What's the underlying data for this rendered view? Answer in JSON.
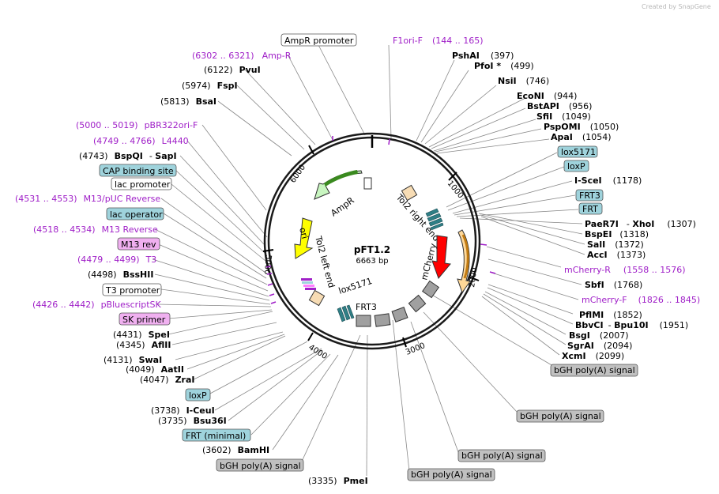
{
  "brand": "Created by SnapGene",
  "plasmid": {
    "name": "pFT1.2",
    "length": "6663 bp"
  },
  "ticks": [
    "1000",
    "2000",
    "3000",
    "4000",
    "5000",
    "6000"
  ],
  "features": {
    "ampr": "AmpR",
    "ori": "ori",
    "tol2_right": "Tol2 right end",
    "tol2_left": "Tol2 left end",
    "mcherry": "mCherry",
    "lox5171_inner": "lox5171",
    "frt3_inner": "FRT3"
  },
  "labels": {
    "snapgene": "Created by",
    "right": [
      {
        "text": "F1ori-F",
        "pos": "(144 .. 165)",
        "color": "purple"
      },
      {
        "enzyme": "PshAI",
        "pos": "(397)"
      },
      {
        "enzyme": "PfoI *",
        "pos": "(499)"
      },
      {
        "enzyme": "NsiI",
        "pos": "(746)"
      },
      {
        "enzyme": "EcoNI",
        "pos": "(944)"
      },
      {
        "enzyme": "BstAPI",
        "pos": "(956)"
      },
      {
        "enzyme": "SfiI",
        "pos": "(1049)"
      },
      {
        "enzyme": "PspOMI",
        "pos": "(1050)"
      },
      {
        "enzyme": "ApaI",
        "pos": "(1054)"
      },
      {
        "box": "lox5171"
      },
      {
        "box": "loxP"
      },
      {
        "enzyme": "I-SceI",
        "pos": "(1178)"
      },
      {
        "box": "FRT3"
      },
      {
        "box": "FRT"
      },
      {
        "enzyme": "PaeR7I",
        "enzyme2": "XhoI",
        "pos": "(1307)"
      },
      {
        "enzyme": "BspEI",
        "pos": "(1318)"
      },
      {
        "enzyme": "SalI",
        "pos": "(1372)"
      },
      {
        "enzyme": "AccI",
        "pos": "(1373)"
      },
      {
        "text": "mCherry-R",
        "pos": "(1558 .. 1576)"
      },
      {
        "enzyme": "SbfI",
        "pos": "(1768)"
      },
      {
        "text": "mCherry-F",
        "pos": "(1826 .. 1845)"
      },
      {
        "enzyme": "PflMI",
        "pos": "(1852)"
      },
      {
        "enzyme": "BbvCI",
        "enzyme2": "Bpu10I",
        "pos": "(1951)"
      },
      {
        "enzyme": "BsgI",
        "pos": "(2007)"
      },
      {
        "enzyme": "SgrAI",
        "pos": "(2094)"
      },
      {
        "enzyme": "XcmI",
        "pos": "(2099)"
      },
      {
        "box": "bGH poly(A) signal"
      },
      {
        "box": "bGH poly(A) signal"
      },
      {
        "box": "bGH poly(A) signal"
      },
      {
        "box": "bGH poly(A) signal"
      }
    ],
    "left": [
      {
        "box": "AmpR promoter"
      },
      {
        "text": "Amp-R",
        "pos": "(6302 .. 6321)"
      },
      {
        "enzyme": "PvuI",
        "pos": "(6122)"
      },
      {
        "enzyme": "FspI",
        "pos": "(5974)"
      },
      {
        "enzyme": "BsaI",
        "pos": "(5813)"
      },
      {
        "text": "pBR322ori-F",
        "pos": "(5000 .. 5019)"
      },
      {
        "text": "L4440",
        "pos": "(4749 .. 4766)"
      },
      {
        "enzyme": "BspQI",
        "enzyme2": "SapI",
        "pos": "(4743)"
      },
      {
        "box": "CAP binding site"
      },
      {
        "box": "lac promoter"
      },
      {
        "text": "M13/pUC Reverse",
        "pos": "(4531 .. 4553)"
      },
      {
        "box": "lac operator"
      },
      {
        "text": "M13 Reverse",
        "pos": "(4518 .. 4534)"
      },
      {
        "box": "M13 rev"
      },
      {
        "text": "T3",
        "pos": "(4479 .. 4499)"
      },
      {
        "enzyme": "BssHII",
        "pos": "(4498)"
      },
      {
        "box": "T3 promoter"
      },
      {
        "text": "pBluescriptSK",
        "pos": "(4426 .. 4442)"
      },
      {
        "box": "SK primer"
      },
      {
        "enzyme": "SpeI",
        "pos": "(4431)"
      },
      {
        "enzyme": "AflII",
        "pos": "(4345)"
      },
      {
        "enzyme": "SwaI",
        "pos": "(4131)"
      },
      {
        "enzyme": "AatII",
        "pos": "(4049)"
      },
      {
        "enzyme": "ZraI",
        "pos": "(4047)"
      },
      {
        "box": "loxP"
      },
      {
        "enzyme": "I-CeuI",
        "pos": "(3738)"
      },
      {
        "enzyme": "Bsu36I",
        "pos": "(3735)"
      },
      {
        "box": "FRT (minimal)"
      },
      {
        "enzyme": "BamHI",
        "pos": "(3602)"
      },
      {
        "enzyme": "PmeI",
        "pos": "(3335)"
      }
    ]
  }
}
